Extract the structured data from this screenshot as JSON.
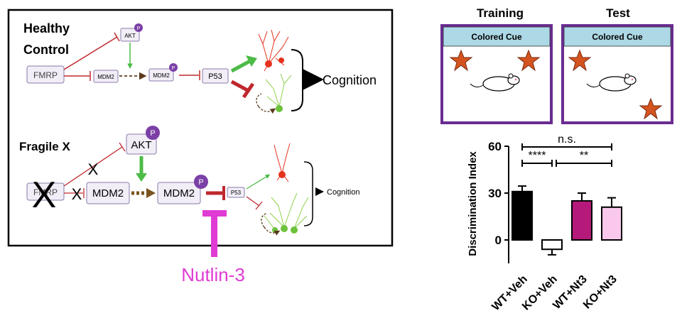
{
  "pathway": {
    "healthy": {
      "title_line1": "Healthy",
      "title_line2": "Control",
      "fmrp": "FMRP",
      "akt": "AKT",
      "mdm2_a": "MDM2",
      "mdm2_b": "MDM2",
      "p53": "P53",
      "p": "P",
      "outcome": "Cognition"
    },
    "fragile": {
      "title": "Fragile X",
      "fmrp": "FMRP",
      "akt": "AKT",
      "mdm2_a": "MDM2",
      "mdm2_b": "MDM2",
      "p53": "P53",
      "p": "P",
      "outcome": "Cognition",
      "drug": "Nutlin-3"
    }
  },
  "task": {
    "training_title": "Training",
    "test_title": "Test",
    "cue_label": "Colored Cue"
  },
  "colors": {
    "inhibit": "#c0282e",
    "activate_green": "#4cbb47",
    "phospho": "#7b3fa6",
    "box_border": "#6a2c91",
    "cue_bg": "#add8e6",
    "drug": "#e03bd4",
    "bar_wt_veh": "#000000",
    "bar_ko_veh": "#ffffff",
    "bar_wt_nt3": "#b5197a",
    "bar_ko_nt3": "#f9c8ec"
  },
  "chart_data": {
    "type": "bar",
    "categories": [
      "WT+Veh",
      "KO+Veh",
      "WT+Nt3",
      "KO+Nt3"
    ],
    "values": [
      31,
      -6,
      25,
      21
    ],
    "errors": [
      3.5,
      3.5,
      5,
      6
    ],
    "ylabel": "Discrimination Index",
    "ylim": [
      -15,
      60
    ],
    "yticks": [
      0,
      30,
      60
    ],
    "significance": [
      {
        "label": "n.s.",
        "from": 0,
        "to": 3
      },
      {
        "label": "****",
        "from": 0,
        "to": 1
      },
      {
        "label": "**",
        "from": 1,
        "to": 3
      }
    ]
  }
}
